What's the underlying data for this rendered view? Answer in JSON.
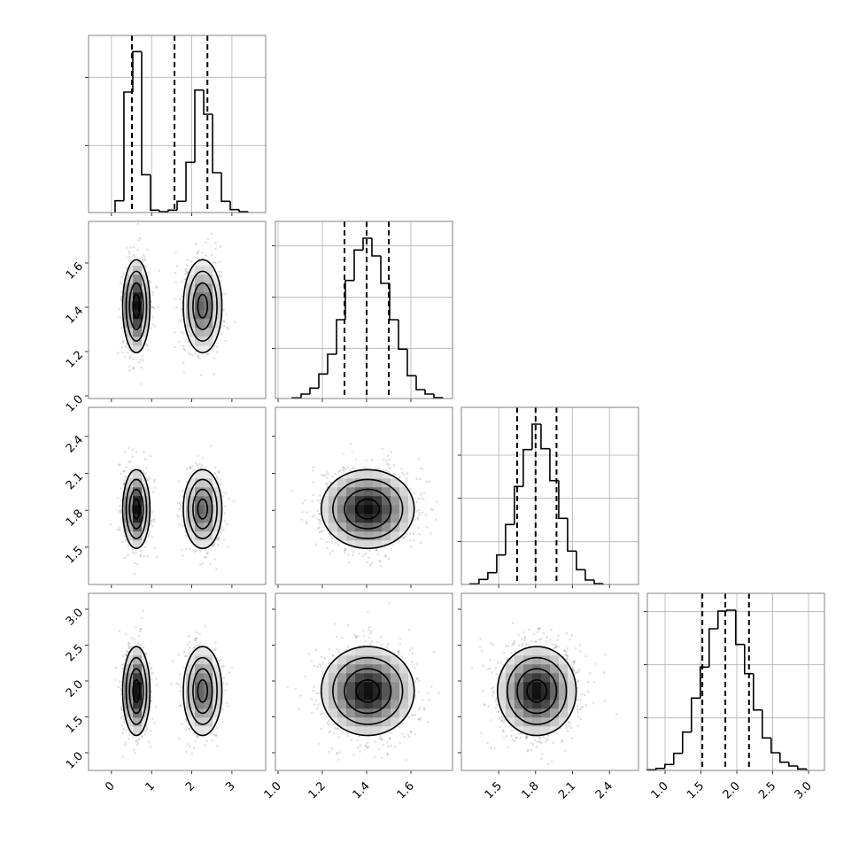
{
  "chart_data": {
    "type": "corner",
    "title": "",
    "contour_levels_sigma": [
      0.5,
      1.0,
      1.5,
      2.0
    ],
    "colors": {
      "line": "#000000",
      "grid": "#b0b0b0",
      "frame": "#808080",
      "points": "#000000"
    },
    "parameters": [
      {
        "range": [
          -0.57,
          3.84
        ],
        "ticks": [
          0,
          1,
          2,
          3
        ],
        "tick_labels": [
          "0",
          "1",
          "2",
          "3"
        ],
        "quantiles": [
          0.51,
          1.57,
          2.39
        ],
        "components": [
          {
            "weight": 0.5,
            "mean": 0.62,
            "sd": 0.17
          },
          {
            "weight": 0.5,
            "mean": 2.27,
            "sd": 0.24
          }
        ],
        "hist": {
          "start": 0.09,
          "bin_width": 0.2207,
          "counts": [
            40,
            408,
            545,
            128,
            8,
            3,
            8,
            38,
            170,
            415,
            333,
            135,
            38,
            10,
            3
          ],
          "ylim": [
            0,
            600
          ],
          "yticks": [
            227,
            458
          ]
        }
      },
      {
        "range": [
          0.988,
          1.788
        ],
        "ticks": [
          1.0,
          1.2,
          1.4,
          1.6
        ],
        "tick_labels": [
          "1.0",
          "1.2",
          "1.4",
          "1.6"
        ],
        "quantiles": [
          1.3,
          1.4,
          1.5
        ],
        "components": [
          {
            "weight": 1,
            "mean": 1.405,
            "sd": 0.105
          }
        ],
        "hist": {
          "start": 1.064,
          "bin_width": 0.04,
          "counts": [
            2,
            15,
            35,
            83,
            150,
            267,
            400,
            503,
            543,
            483,
            390,
            267,
            167,
            77,
            30,
            15,
            3
          ],
          "ylim": [
            0,
            600
          ],
          "yticks": [
            170,
            343,
            517
          ]
        }
      },
      {
        "range": [
          1.197,
          2.636
        ],
        "ticks": [
          1.5,
          1.8,
          2.1,
          2.4
        ],
        "tick_labels": [
          "1.5",
          "1.8",
          "2.1",
          "2.4"
        ],
        "quantiles": [
          1.65,
          1.8,
          1.97
        ],
        "components": [
          {
            "weight": 1,
            "mean": 1.81,
            "sd": 0.16
          }
        ],
        "hist": {
          "start": 1.268,
          "bin_width": 0.072,
          "counts": [
            2,
            17,
            40,
            100,
            203,
            332,
            457,
            543,
            460,
            352,
            224,
            113,
            50,
            15,
            3
          ],
          "ylim": [
            0,
            600
          ],
          "yticks": [
            145,
            292,
            438
          ]
        }
      },
      {
        "range": [
          0.753,
          3.222
        ],
        "ticks": [
          1.0,
          1.5,
          2.0,
          2.5,
          3.0
        ],
        "tick_labels": [
          "1.0",
          "1.5",
          "2.0",
          "2.5",
          "3.0"
        ],
        "quantiles": [
          1.52,
          1.84,
          2.17
        ],
        "components": [
          {
            "weight": 1,
            "mean": 1.86,
            "sd": 0.31
          }
        ],
        "hist": {
          "start": 0.75,
          "bin_width": 0.1235,
          "counts": [
            2,
            7,
            20,
            58,
            130,
            245,
            350,
            480,
            540,
            543,
            427,
            328,
            205,
            110,
            60,
            28,
            15,
            5
          ],
          "ylim": [
            0,
            600
          ],
          "yticks": [
            178,
            358,
            538
          ]
        }
      }
    ]
  }
}
